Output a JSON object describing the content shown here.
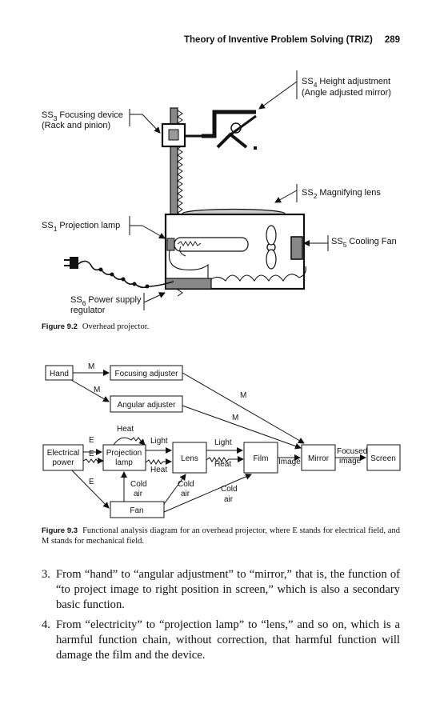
{
  "header": {
    "title": "Theory of Inventive Problem Solving (TRIZ)",
    "page_number": "289"
  },
  "figure_9_2": {
    "labels": {
      "ss4_prefix": "SS",
      "ss4_sub": "4",
      "ss4_text": "Height adjustment",
      "ss4_text2": "(Angle adjusted mirror)",
      "ss3_prefix": "SS",
      "ss3_sub": "3",
      "ss3_text": "Focusing device",
      "ss3_text2": "(Rack and pinion)",
      "ss2_prefix": "SS",
      "ss2_sub": "2",
      "ss2_text": "Magnifying lens",
      "ss1_prefix": "SS",
      "ss1_sub": "1",
      "ss1_text": "Projection lamp",
      "ss5_prefix": "SS",
      "ss5_sub": "5",
      "ss5_text": "Cooling Fan",
      "ss6_prefix": "SS",
      "ss6_sub": "6",
      "ss6_text": "Power supply",
      "ss6_text2": "regulator"
    },
    "caption_label": "Figure 9.2",
    "caption_text": "Overhead projector."
  },
  "figure_9_3": {
    "nodes": {
      "hand": "Hand",
      "focusing_adjuster": "Focusing adjuster",
      "angular_adjuster": "Angular adjuster",
      "electrical_power_1": "Electrical",
      "electrical_power_2": "power",
      "projection_lamp_1": "Projection",
      "projection_lamp_2": "lamp",
      "lens": "Lens",
      "film": "Film",
      "mirror": "Mirror",
      "screen": "Screen",
      "fan": "Fan"
    },
    "edge_labels": {
      "m1": "M",
      "m2": "M",
      "m3": "M",
      "m4": "M",
      "heat_top": "Heat",
      "e1": "E",
      "e2": "E",
      "e3": "E",
      "light1": "Light",
      "light2": "Light",
      "heat1": "Heat",
      "heat2": "Heat",
      "image": "Image",
      "focused_1": "Focused",
      "focused_2": "image",
      "cold_air_1a": "Cold",
      "cold_air_1b": "air",
      "cold_air_2a": "Cold",
      "cold_air_2b": "air",
      "cold_air_3a": "Cold",
      "cold_air_3b": "air"
    },
    "caption_label": "Figure 9.3",
    "caption_text": "Functional analysis diagram for an overhead projector, where E stands for electrical field, and M stands for mechanical field."
  },
  "body": {
    "item3_num": "3.",
    "item3_text": "From “hand” to “angular adjustment” to “mirror,” that is, the function of “to project image to right position in screen,” which is also a secondary basic function.",
    "item4_num": "4.",
    "item4_text": "From “electricity” to “projection lamp” to “lens,” and so on, which is a harmful function chain, without correction, that harmful function will damage the film and the device."
  }
}
